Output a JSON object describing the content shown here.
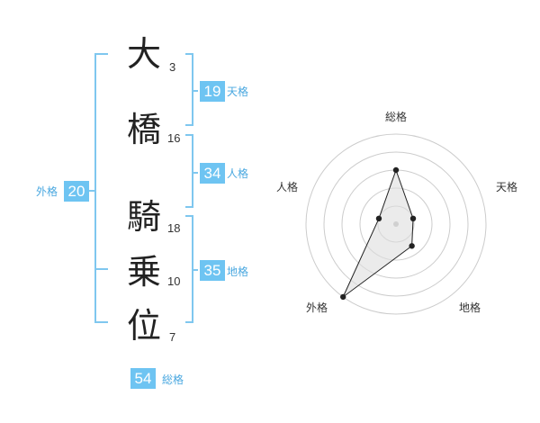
{
  "name": {
    "characters": [
      {
        "char": "大",
        "strokes": "3"
      },
      {
        "char": "橋",
        "strokes": "16"
      },
      {
        "char": "騎",
        "strokes": "18"
      },
      {
        "char": "乗",
        "strokes": "10"
      },
      {
        "char": "位",
        "strokes": "7"
      }
    ]
  },
  "kakusu": {
    "tenkaku": {
      "label": "天格",
      "value": "19"
    },
    "jinkaku": {
      "label": "人格",
      "value": "34"
    },
    "chikaku": {
      "label": "地格",
      "value": "35"
    },
    "gaikaku": {
      "label": "外格",
      "value": "20"
    },
    "soukaku": {
      "label": "総格",
      "value": "54"
    }
  },
  "radar": {
    "labels": {
      "top": "総格",
      "upper_right": "天格",
      "lower_right": "地格",
      "lower_left": "外格",
      "upper_left": "人格"
    },
    "levels": [
      0.6,
      0.2,
      0.3,
      1.0,
      0.2
    ],
    "colors": {
      "line": "#222222",
      "fill": "#dddddd",
      "ring": "#cccccc",
      "accent": "#6ec4f2"
    }
  }
}
